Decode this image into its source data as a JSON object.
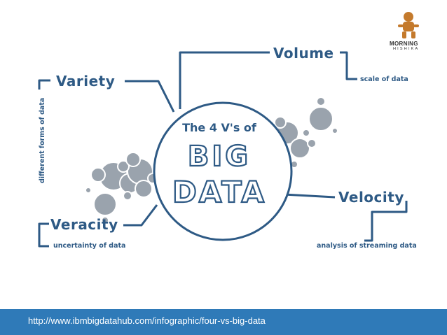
{
  "colors": {
    "accent": "#2e5a85",
    "bubble": "#9aa3ad",
    "url_bar": "#2f7ab8"
  },
  "center": {
    "line1": "The 4 V's of",
    "line2": "BIG",
    "line3": "DATA"
  },
  "labels": {
    "volume": "Volume",
    "volume_sub": "scale of data",
    "variety": "Variety",
    "variety_sub": "different forms of data",
    "velocity": "Velocity",
    "velocity_sub": "analysis of streaming data",
    "veracity": "Veracity",
    "veracity_sub": "uncertainty of data"
  },
  "logo": {
    "icon": "monkey-mascot-icon",
    "word1": "MORNING",
    "word2": "HISHIKA"
  },
  "footer": {
    "url": "http://www.ibmbigdatahub.com/infographic/four-vs-big-data"
  }
}
